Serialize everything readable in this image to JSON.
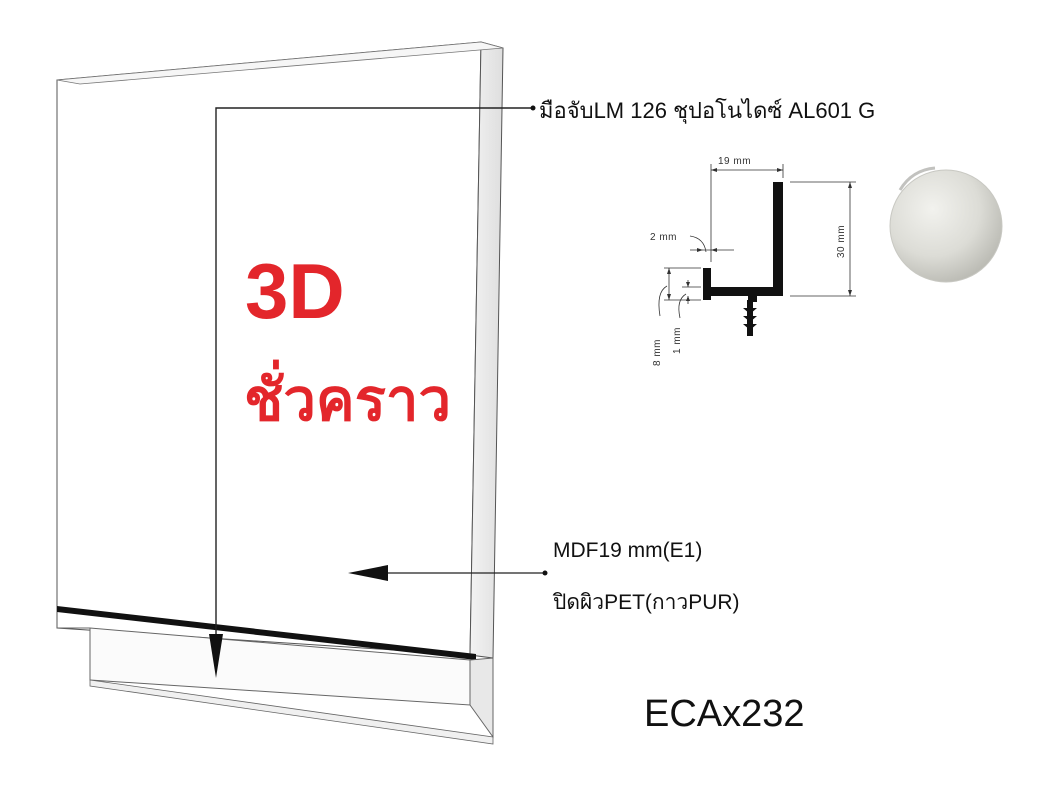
{
  "handle_label": "มือจับLM 126 ชุปอโนไดซ์ AL601 G",
  "overlay_title": "3D",
  "overlay_subtitle": "ชั่วคราว",
  "material_line1": "MDF19 mm(E1)",
  "material_line2": "ปิดผิวPET(กาวPUR)",
  "model_code": "ECAx232",
  "profile_dimensions": {
    "width": "19 mm",
    "height": "30 mm",
    "lip_thickness": "2 mm",
    "lip_height": "8 mm",
    "wall": "1 mm"
  },
  "colors": {
    "overlay_red": "#e3262b",
    "text": "#111111",
    "line": "#1a1a1a",
    "panel_edge": "#444444"
  }
}
